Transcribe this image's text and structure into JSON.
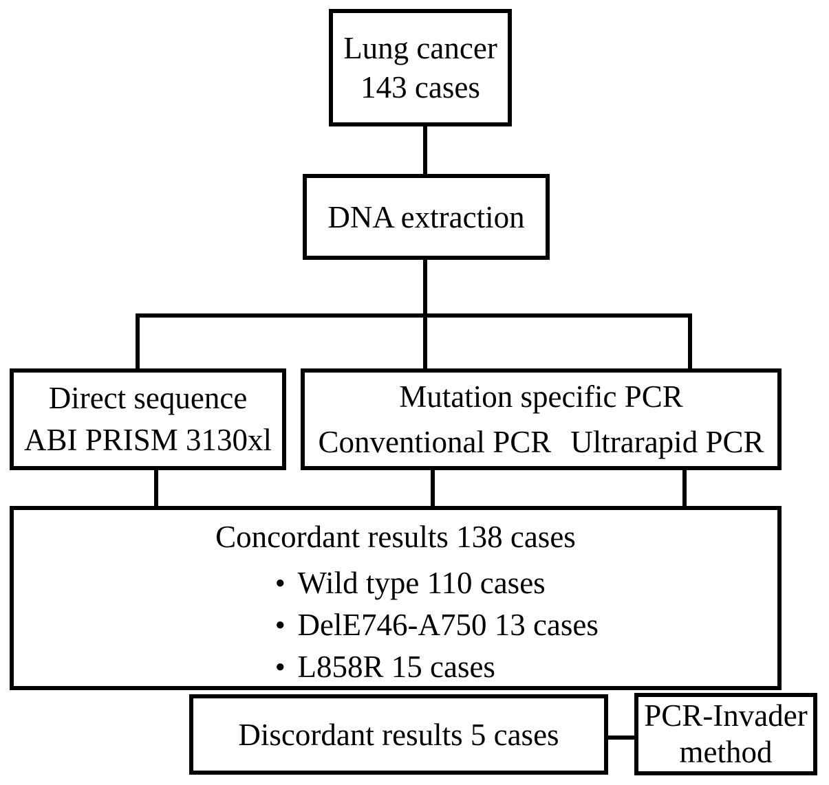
{
  "colors": {
    "line": "#000000",
    "text": "#000000",
    "background": "#ffffff"
  },
  "boxes": {
    "lung_cancer": {
      "line1": "Lung cancer",
      "line2": "143 cases"
    },
    "dna_extraction": {
      "label": "DNA extraction"
    },
    "direct_sequence": {
      "line1": "Direct sequence",
      "line2": "ABI PRISM 3130xl"
    },
    "mutation_pcr": {
      "title": "Mutation specific PCR",
      "method_left": "Conventional PCR",
      "method_right": "Ultrarapid PCR"
    },
    "concordant": {
      "title": "Concordant results 138 cases",
      "bullet_icon": "●",
      "bullets": [
        "Wild type 110 cases",
        "DelE746-A750 13 cases",
        "L858R 15 cases"
      ]
    },
    "discordant": {
      "label": "Discordant results 5 cases"
    },
    "pcr_invader": {
      "line1": "PCR-Invader",
      "line2": "method"
    }
  }
}
